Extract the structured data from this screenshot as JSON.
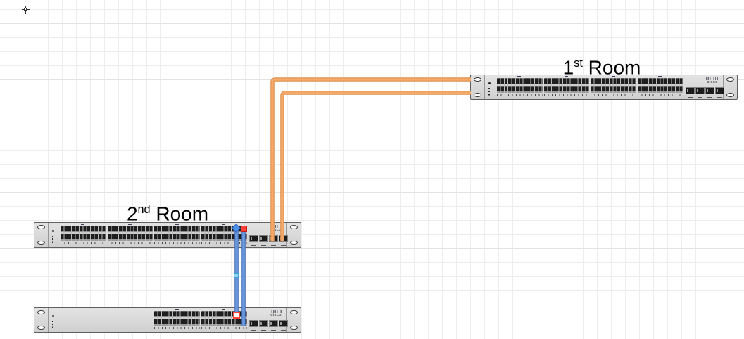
{
  "colors": {
    "grid_minor": "#EDEDED",
    "grid_major": "#E2E2E2",
    "cable_orange": "#F4A969",
    "cable_orange_edge": "#DE8E49",
    "cable_blue": "#6E99DE",
    "cable_blue_edge": "#3E6CB5",
    "marker_diamond": "#4D8FEA",
    "marker_diamond_border": "#2E66B8",
    "marker_red": "#FF4136",
    "marker_red_border": "#C41E18",
    "marker_waypoint_fill": "#8ED6F0",
    "marker_waypoint_border": "#3AA0D0"
  },
  "labels": {
    "room1_num": "1",
    "room1_sup": "st",
    "room1_rest": " Room",
    "room2_num": "2",
    "room2_sup": "nd",
    "room2_rest": " Room"
  },
  "devices": {
    "room1_switch": {
      "brand": "cisco",
      "ports": "48",
      "location": "1st Room"
    },
    "room2_switch": {
      "brand": "cisco",
      "ports": "48",
      "location": "2nd Room"
    },
    "room2_access_switch": {
      "brand": "cisco",
      "ports": "24",
      "location": "2nd Room"
    }
  },
  "connections": [
    {
      "from": "room2_switch uplink SFP",
      "to": "room1_switch left edge",
      "color": "orange",
      "count": 2
    },
    {
      "from": "room2_switch ports",
      "to": "room2_access_switch ports",
      "color": "blue",
      "count": 2
    }
  ]
}
